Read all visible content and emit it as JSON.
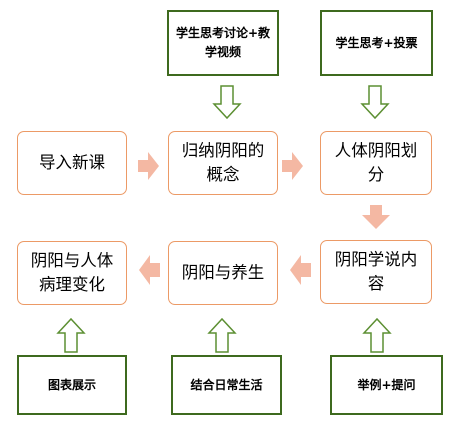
{
  "steps": [
    {
      "id": "s1",
      "label": "导入新课"
    },
    {
      "id": "s2",
      "label": "归纳阴阳的概念"
    },
    {
      "id": "s3",
      "label": "人体阴阳划分"
    },
    {
      "id": "s4",
      "label": "阴阳学说内容"
    },
    {
      "id": "s5",
      "label": "阴阳与养生"
    },
    {
      "id": "s6",
      "label": "阴阳与人体病理变化"
    }
  ],
  "activities": [
    {
      "id": "a1",
      "label": "学生思考讨论+教学视频"
    },
    {
      "id": "a2",
      "label": "学生思考+投票"
    },
    {
      "id": "a3",
      "label": "图表展示"
    },
    {
      "id": "a4",
      "label": "结合日常生活"
    },
    {
      "id": "a5",
      "label": "举例+提问"
    }
  ],
  "colors": {
    "step_border": "#ec9a66",
    "activity_border": "#3e6a1e",
    "flow_arrow": "#f4b8a3",
    "activity_arrow": "#5c8f32"
  },
  "connections": [
    {
      "from": "s1",
      "to": "s2",
      "type": "flow"
    },
    {
      "from": "s2",
      "to": "s3",
      "type": "flow"
    },
    {
      "from": "s3",
      "to": "s4",
      "type": "flow"
    },
    {
      "from": "s4",
      "to": "s5",
      "type": "flow"
    },
    {
      "from": "s5",
      "to": "s6",
      "type": "flow"
    },
    {
      "from": "a1",
      "to": "s2",
      "type": "activity"
    },
    {
      "from": "a2",
      "to": "s3",
      "type": "activity"
    },
    {
      "from": "a3",
      "to": "s6",
      "type": "activity"
    },
    {
      "from": "a4",
      "to": "s5",
      "type": "activity"
    },
    {
      "from": "a5",
      "to": "s4",
      "type": "activity"
    }
  ]
}
